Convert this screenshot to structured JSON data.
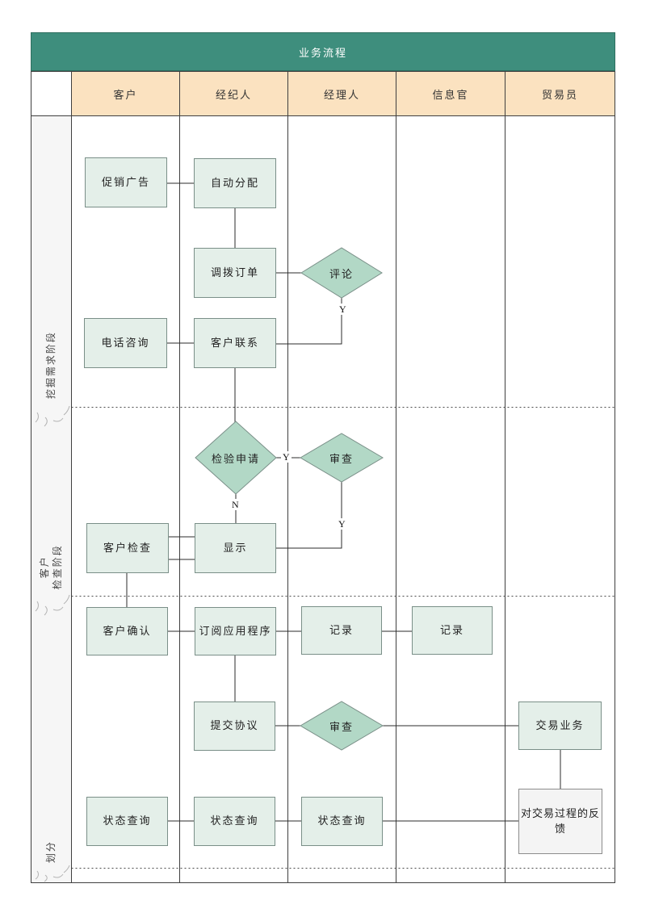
{
  "title": "业务流程",
  "columns": [
    "客户",
    "经纪人",
    "经理人",
    "信息官",
    "贸易员"
  ],
  "phases": [
    {
      "lines": [
        "挖掘需求阶段"
      ]
    },
    {
      "lines": [
        "客户",
        "检查阶段"
      ]
    },
    {
      "lines": [
        "划分"
      ]
    }
  ],
  "nodes": {
    "promo_ad": "促销广告",
    "auto_assign": "自动分配",
    "transfer_order": "调拨订单",
    "comment": "评论",
    "phone_consult": "电话咨询",
    "customer_contact": "客户联系",
    "inspection_request": "检验申请",
    "review1": "审查",
    "customer_check": "客户检查",
    "display": "显示",
    "customer_confirm": "客户确认",
    "subscribe_app": "订阅应用程序",
    "record_manager": "记录",
    "record_info": "记录",
    "submit_agreement": "提交协议",
    "review2": "审查",
    "trade_business": "交易业务",
    "status_query_customer": "状态查询",
    "status_query_broker": "状态查询",
    "status_query_manager": "状态查询",
    "feedback": "对交易过程的反馈"
  },
  "edge_labels": {
    "comment_yes": "Y",
    "inspection_yes": "Y",
    "inspection_no": "N",
    "review_yes": "Y"
  },
  "colors": {
    "header_teal": "#3E8E7D",
    "lane_peach": "#FBE2C0",
    "shape_mint": "#E4EFE9",
    "diamond_green": "#B2D8C6",
    "feedback_gray": "#F4F4F4",
    "grid_line": "#3F3F3F",
    "shape_border": "#7A8F88",
    "connector": "#2B2B2B"
  }
}
